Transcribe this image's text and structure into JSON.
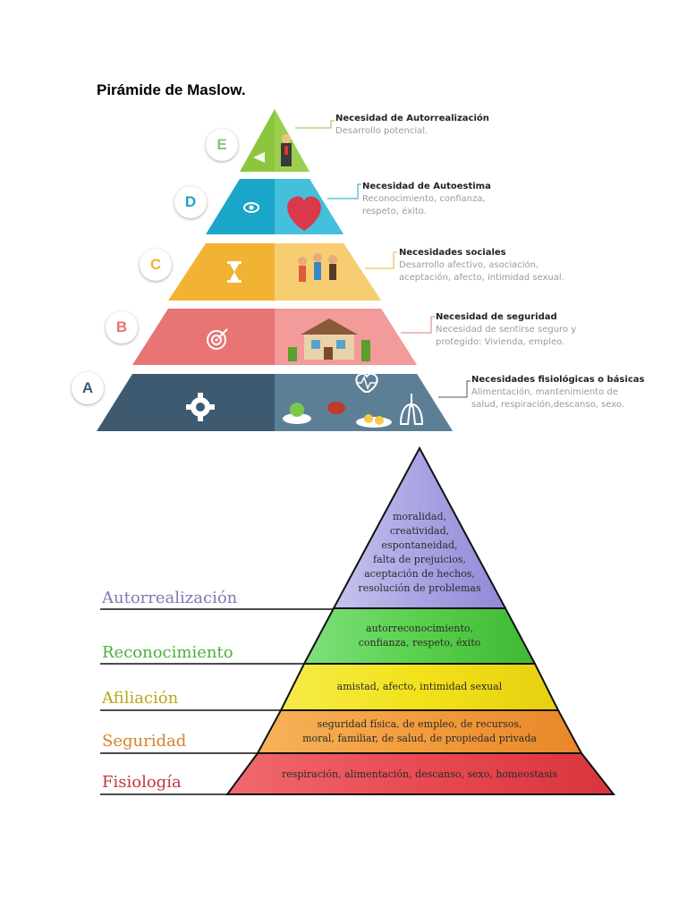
{
  "document": {
    "title": "Pirámide de Maslow."
  },
  "pyramid1": {
    "levels": [
      {
        "letter": "E",
        "letter_color": "#8cc26b",
        "title": "Necesidad de Autorrealización",
        "desc": [
          "Desarrollo potencial."
        ]
      },
      {
        "letter": "D",
        "letter_color": "#1aa6c8",
        "title": "Necesidad de Autoestima",
        "desc": [
          "Reconocimiento, confianza,",
          "respeto, éxito."
        ]
      },
      {
        "letter": "C",
        "letter_color": "#f2b233",
        "title": "Necesidades sociales",
        "desc": [
          "Desarrollo afectivo, asociación,",
          "aceptación, afecto, intimidad sexual."
        ]
      },
      {
        "letter": "B",
        "letter_color": "#e87474",
        "title": "Necesidad de seguridad",
        "desc": [
          "Necesidad de sentirse seguro y",
          "protegido: Vivienda, empleo."
        ]
      },
      {
        "letter": "A",
        "letter_color": "#3d5a70",
        "title": "Necesidades fisiológicas o básicas",
        "desc": [
          "Alimentación, mantenimiento de",
          "salud, respiración,descanso, sexo."
        ]
      }
    ],
    "colors": {
      "e": "#8cc63f",
      "d": "#1aa6c8",
      "c": "#f2b233",
      "b": "#e87474",
      "a": "#3d5a70"
    },
    "icons": [
      "target-icon",
      "hourglass-icon",
      "eye-icon",
      "gear-icon",
      "heart-icon",
      "house-icon",
      "lungs-icon"
    ]
  },
  "pyramid2": {
    "levels": [
      {
        "label": "Autorrealización",
        "label_color": "#7b7bb0",
        "text": [
          "moralidad,",
          "creatividad,",
          "espontaneidad,",
          "falta de prejuicios,",
          "aceptación de hechos,",
          "resolución de problemas"
        ]
      },
      {
        "label": "Reconocimiento",
        "label_color": "#4caf3c",
        "text": [
          "autorreconocimiento,",
          "confianza, respeto, éxito"
        ]
      },
      {
        "label": "Afiliación",
        "label_color": "#b9a51c",
        "text": [
          "amistad, afecto, intimidad sexual"
        ]
      },
      {
        "label": "Seguridad",
        "label_color": "#d9822b",
        "text": [
          "seguridad física, de empleo, de recursos,",
          "moral, familiar, de salud, de propiedad privada"
        ]
      },
      {
        "label": "Fisiología",
        "label_color": "#c4343a",
        "text": [
          "respiración, alimentación, descanso, sexo, homeostasis"
        ]
      }
    ]
  }
}
